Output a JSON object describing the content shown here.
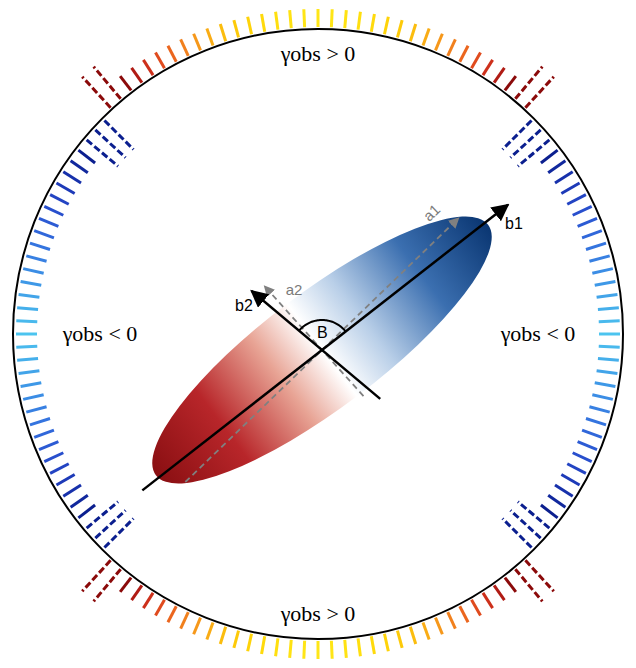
{
  "diagram": {
    "labels": [
      "γobs > 0",
      "γobs > 0",
      "γobs < 0",
      "γobs < 0",
      "a1",
      "b1",
      "a2",
      "b2",
      "B"
    ]
  }
}
